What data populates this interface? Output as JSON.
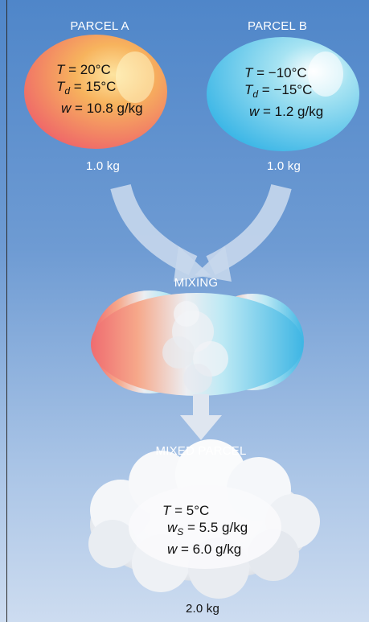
{
  "parcel_a": {
    "title": "PARCEL A",
    "temp_var": "T",
    "temp_value": "20°C",
    "dew_var": "T",
    "dew_sub": "d",
    "dew_value": "15°C",
    "mix_var": "w",
    "mix_value": "10.8 g/kg",
    "mass": "1.0 kg",
    "colors": [
      "#f06a6a",
      "#f7b35d",
      "#fde4a0"
    ]
  },
  "parcel_b": {
    "title": "PARCEL B",
    "temp_var": "T",
    "temp_value": "−10°C",
    "dew_var": "T",
    "dew_sub": "d",
    "dew_value": "−15°C",
    "mix_var": "w",
    "mix_value": "1.2 g/kg",
    "mass": "1.0 kg",
    "colors": [
      "#5ec8ec",
      "#a6e3f2",
      "#ffffff"
    ]
  },
  "mixing": {
    "label": "MIXING"
  },
  "mixed_parcel": {
    "title": "MIXED PARCEL",
    "temp_var": "T",
    "temp_value": "5°C",
    "sat_var": "w",
    "sat_sub": "S",
    "sat_value": "5.5 g/kg",
    "mix_var": "w",
    "mix_value": "6.0 g/kg",
    "mass": "2.0 kg"
  }
}
